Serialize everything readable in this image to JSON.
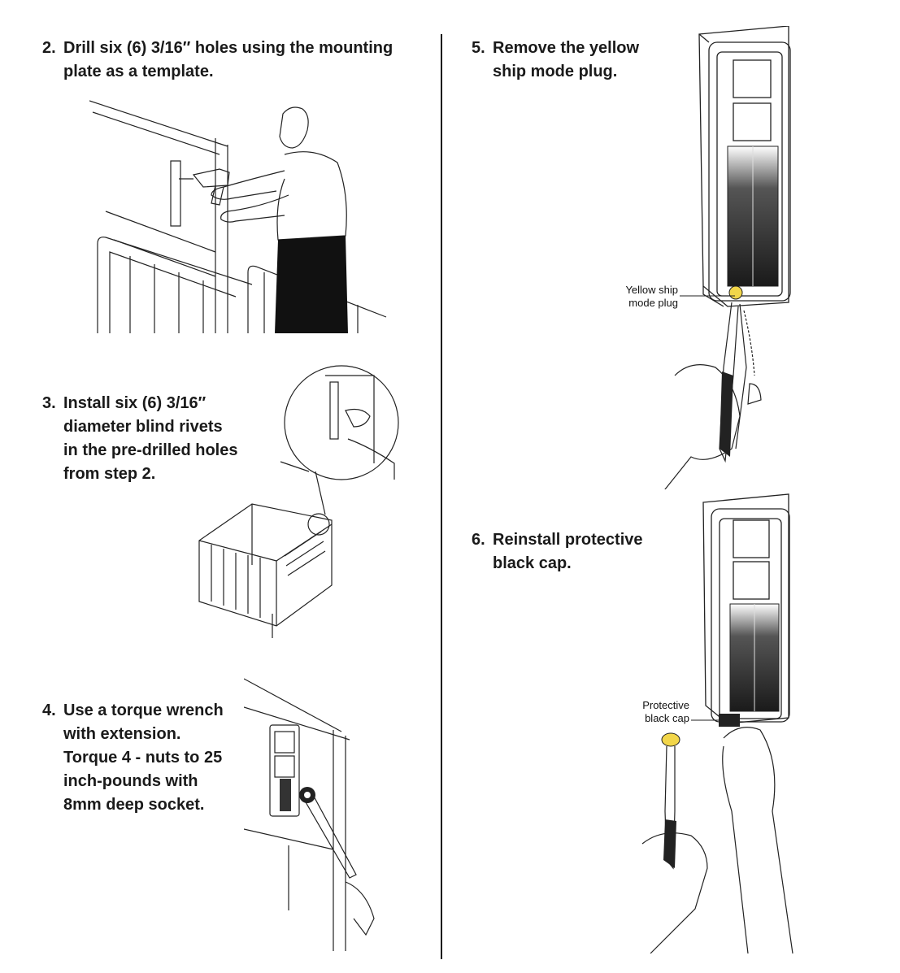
{
  "steps": [
    {
      "number": "2.",
      "text": "Drill six (6) 3/16″ holes using the mounting\nplate as a template."
    },
    {
      "number": "3.",
      "text": "Install six (6) 3/16″\ndiameter blind rivets\nin the pre-drilled holes\nfrom step 2."
    },
    {
      "number": "4.",
      "text": "Use a torque wrench\nwith extension.\nTorque 4 - nuts to 25\ninch-pounds with\n8mm deep socket."
    },
    {
      "number": "5.",
      "text": "Remove the yellow\nship mode plug."
    },
    {
      "number": "6.",
      "text": "Reinstall protective\nblack cap."
    }
  ],
  "callouts": {
    "yellow_plug": "Yellow ship\nmode plug",
    "black_cap": "Protective\nblack cap"
  },
  "colors": {
    "plug_yellow": "#f2d64a",
    "ink": "#1a1a1a",
    "panel_dark": "#2a2a2a"
  }
}
